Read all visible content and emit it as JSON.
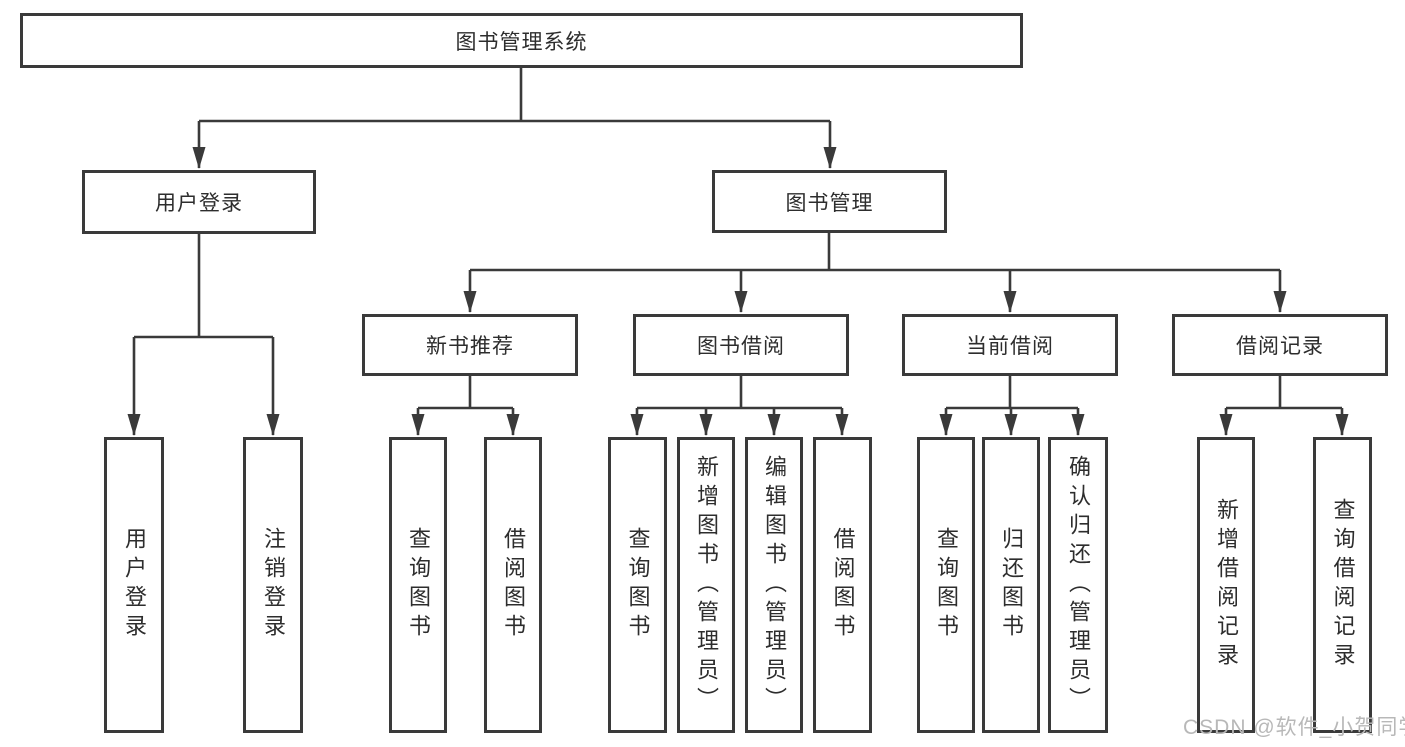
{
  "diagram": {
    "root": {
      "label": "图书管理系统"
    },
    "branches": [
      {
        "label": "用户登录",
        "leaves": [
          "用户登录",
          "注销登录"
        ]
      },
      {
        "label": "图书管理",
        "groups": [
          {
            "label": "新书推荐",
            "leaves": [
              "查询图书",
              "借阅图书"
            ]
          },
          {
            "label": "图书借阅",
            "leaves": [
              "查询图书",
              "新增图书（管理员）",
              "编辑图书（管理员）",
              "借阅图书"
            ]
          },
          {
            "label": "当前借阅",
            "leaves": [
              "查询图书",
              "归还图书",
              "确认归还（管理员）"
            ]
          },
          {
            "label": "借阅记录",
            "leaves": [
              "新增借阅记录",
              "查询借阅记录"
            ]
          }
        ]
      }
    ]
  },
  "watermark": {
    "text": "CSDN @软件_小贺同学"
  },
  "colors": {
    "line": "#3a3a3a",
    "text": "#2d2d2d",
    "background": "#ffffff",
    "watermark": "#b8b8b8"
  }
}
